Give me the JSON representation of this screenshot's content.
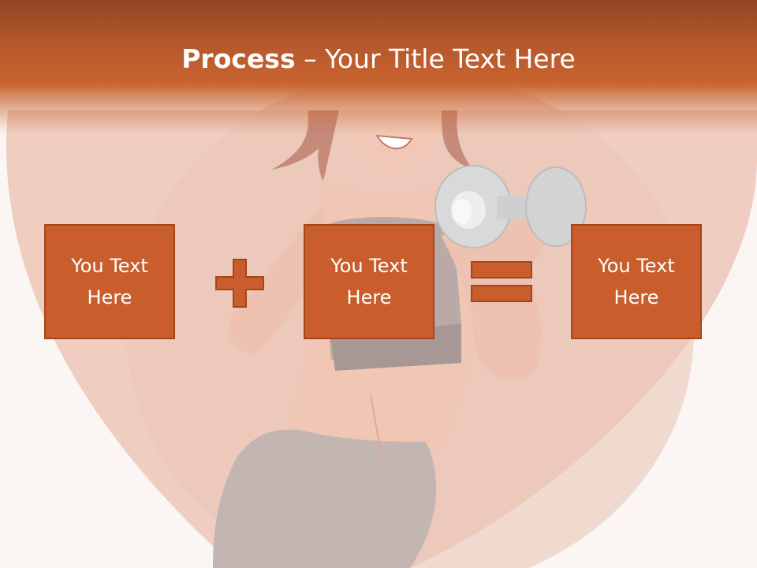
{
  "slide": {
    "title_bold": "Process",
    "title_separator": "–",
    "title_rest": "Your Title Text Here",
    "boxes": [
      {
        "label": "You Text Here"
      },
      {
        "label": "You Text Here"
      },
      {
        "label": "You Text Here"
      }
    ],
    "operators": [
      "plus",
      "equals"
    ],
    "background_illustration": "woman-lifting-dumbbell",
    "colors": {
      "header": "#c8632f",
      "header_dark": "#8f4522",
      "box_fill": "#c95e2c",
      "box_border": "#a3461b",
      "background": "#fbf5f3",
      "text": "#ffffff"
    }
  }
}
